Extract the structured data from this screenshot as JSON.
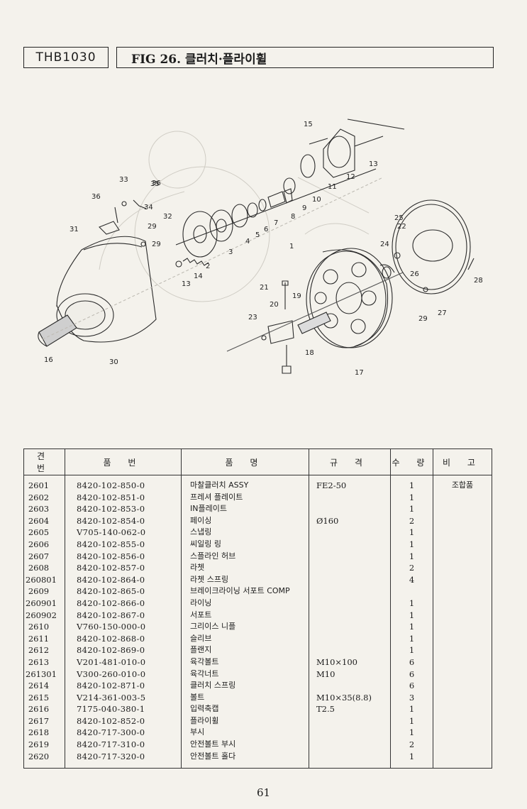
{
  "header": {
    "model_code": "THB1030",
    "figure_title": "FIG 26. 클러치·플라이휠"
  },
  "diagram": {
    "callouts": [
      "1",
      "2",
      "3",
      "4",
      "5",
      "6",
      "7",
      "8",
      "9",
      "10",
      "11",
      "12",
      "13",
      "13",
      "14",
      "15",
      "16",
      "17",
      "18",
      "19",
      "20",
      "21",
      "22",
      "23",
      "24",
      "25",
      "26",
      "27",
      "28",
      "29",
      "29",
      "29",
      "30",
      "31",
      "32",
      "33",
      "34",
      "35",
      "36",
      "36"
    ]
  },
  "table": {
    "headers": [
      "견 번",
      "품 번",
      "품 명",
      "규 격",
      "수 량",
      "비 고"
    ],
    "rows": [
      {
        "no": "2601",
        "part": "8420-102-850-0",
        "name": "마찰클러치 ASSY",
        "spec": "FE2-50",
        "qty": "1",
        "remark": "조합품"
      },
      {
        "no": "2602",
        "part": "8420-102-851-0",
        "name": "프레셔 플레이트",
        "spec": "",
        "qty": "1",
        "remark": ""
      },
      {
        "no": "2603",
        "part": "8420-102-853-0",
        "name": "IN플레이트",
        "spec": "",
        "qty": "1",
        "remark": ""
      },
      {
        "no": "2604",
        "part": "8420-102-854-0",
        "name": "페이싱",
        "spec": "Ø160",
        "qty": "2",
        "remark": ""
      },
      {
        "no": "2605",
        "part": "V705-140-062-0",
        "name": "스냅링",
        "spec": "",
        "qty": "1",
        "remark": ""
      },
      {
        "no": "2606",
        "part": "8420-102-855-0",
        "name": "씨일링 링",
        "spec": "",
        "qty": "1",
        "remark": ""
      },
      {
        "no": "2607",
        "part": "8420-102-856-0",
        "name": "스플라인 허브",
        "spec": "",
        "qty": "1",
        "remark": ""
      },
      {
        "no": "2608",
        "part": "8420-102-857-0",
        "name": "라쳇",
        "spec": "",
        "qty": "2",
        "remark": ""
      },
      {
        "no": "260801",
        "part": "8420-102-864-0",
        "name": "라쳇 스프링",
        "spec": "",
        "qty": "4",
        "remark": ""
      },
      {
        "no": "2609",
        "part": "8420-102-865-0",
        "name": "브레이크라이닝 서포트 COMP",
        "spec": "",
        "qty": "",
        "remark": ""
      },
      {
        "no": "260901",
        "part": "8420-102-866-0",
        "name": "라이닝",
        "spec": "",
        "qty": "1",
        "remark": ""
      },
      {
        "no": "260902",
        "part": "8420-102-867-0",
        "name": "서포트",
        "spec": "",
        "qty": "1",
        "remark": ""
      },
      {
        "no": "2610",
        "part": "V760-150-000-0",
        "name": "그리이스 니플",
        "spec": "",
        "qty": "1",
        "remark": ""
      },
      {
        "no": "2611",
        "part": "8420-102-868-0",
        "name": "슬리브",
        "spec": "",
        "qty": "1",
        "remark": ""
      },
      {
        "no": "2612",
        "part": "8420-102-869-0",
        "name": "플랜지",
        "spec": "",
        "qty": "1",
        "remark": ""
      },
      {
        "no": "2613",
        "part": "V201-481-010-0",
        "name": "육각볼트",
        "spec": "M10×100",
        "qty": "6",
        "remark": ""
      },
      {
        "no": "261301",
        "part": "V300-260-010-0",
        "name": "육각너트",
        "spec": "M10",
        "qty": "6",
        "remark": ""
      },
      {
        "no": "2614",
        "part": "8420-102-871-0",
        "name": "클러치 스프링",
        "spec": "",
        "qty": "6",
        "remark": ""
      },
      {
        "no": "2615",
        "part": "V214-361-003-5",
        "name": "볼트",
        "spec": "M10×35(8.8)",
        "qty": "3",
        "remark": ""
      },
      {
        "no": "2616",
        "part": "7175-040-380-1",
        "name": "입력축캡",
        "spec": "T2.5",
        "qty": "1",
        "remark": ""
      },
      {
        "no": "2617",
        "part": "8420-102-852-0",
        "name": "플라이휠",
        "spec": "",
        "qty": "1",
        "remark": ""
      },
      {
        "no": "2618",
        "part": "8420-717-300-0",
        "name": "부시",
        "spec": "",
        "qty": "1",
        "remark": ""
      },
      {
        "no": "2619",
        "part": "8420-717-310-0",
        "name": "안전볼트 부시",
        "spec": "",
        "qty": "2",
        "remark": ""
      },
      {
        "no": "2620",
        "part": "8420-717-320-0",
        "name": "안전볼트 홀다",
        "spec": "",
        "qty": "1",
        "remark": ""
      }
    ]
  },
  "footer": {
    "page_number": "61"
  }
}
